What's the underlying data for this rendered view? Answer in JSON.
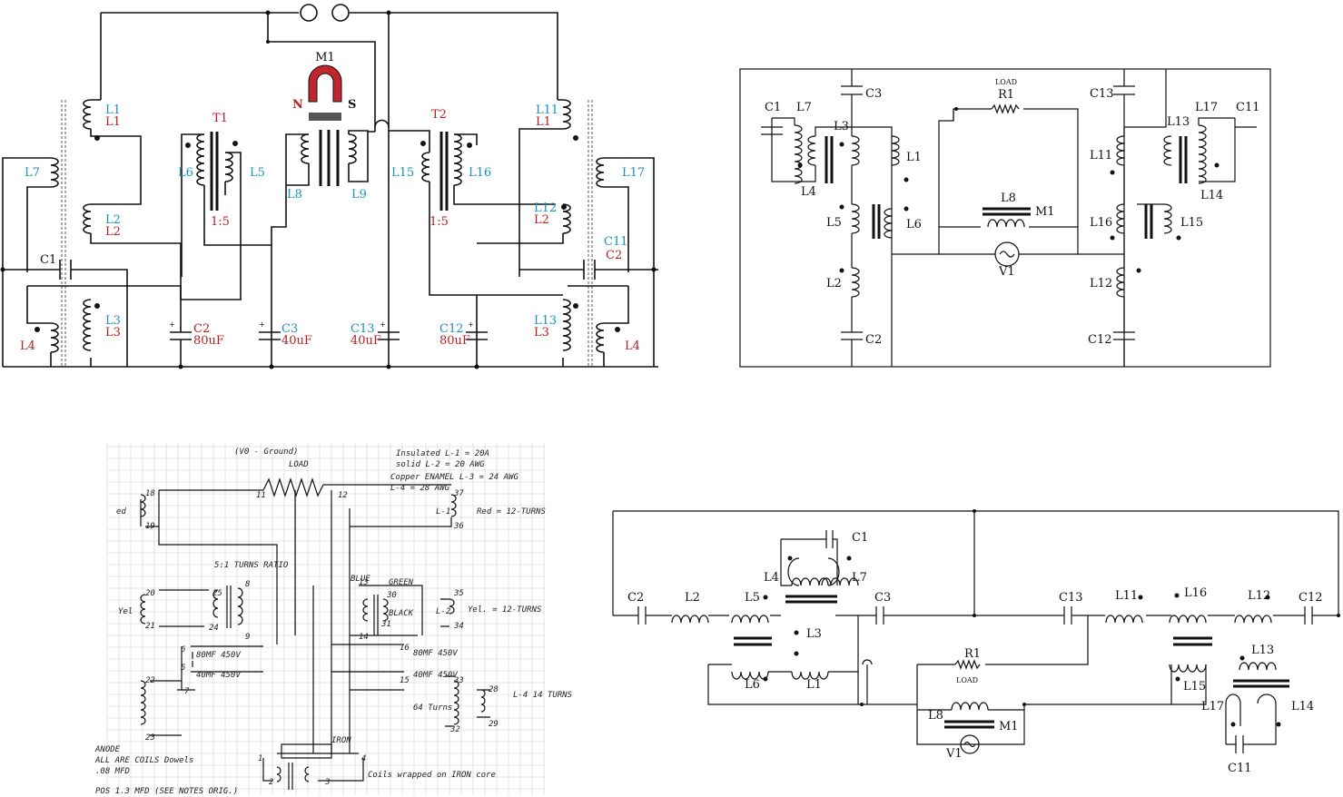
{
  "q1": {
    "magnet": "M1",
    "north": "N",
    "south": "S",
    "t1": "T1",
    "t2": "T2",
    "ratio1": "1:5",
    "ratio2": "1:5",
    "l1b": "L1",
    "l1r": "L1",
    "l2b": "L2",
    "l2r": "L2",
    "l3b": "L3",
    "l3r": "L3",
    "l4": "L4",
    "l4b": "L4",
    "l5": "L5",
    "l6": "L6",
    "l7": "L7",
    "l8": "L8",
    "l9": "L9",
    "l11b": "L11",
    "l11r": "L1",
    "l12b": "L12",
    "l12r": "L2",
    "l13b": "L13",
    "l13r": "L3",
    "l15": "L15",
    "l16": "L16",
    "l17": "L17",
    "c1": "C1",
    "c11": "C11",
    "c2r": "C2",
    "c2": "C2",
    "c2v": "80uF",
    "c3": "C3",
    "c3v": "40uF",
    "c13": "C13",
    "c13v": "40uF",
    "c12": "C12",
    "c12v": "80uF",
    "plus": "+"
  },
  "q2": {
    "load": "LOAD",
    "r1": "R1",
    "c3": "C3",
    "c13": "C13",
    "c1": "C1",
    "l7": "L7",
    "l3": "L3",
    "l4": "L4",
    "l1": "L1",
    "l5": "L5",
    "l6": "L6",
    "l2": "L2",
    "c2": "C2",
    "l8": "L8",
    "m1": "M1",
    "v1": "V1",
    "l17": "L17",
    "c11": "C11",
    "l13": "L13",
    "l11": "L11",
    "l14": "L14",
    "l16": "L16",
    "l15": "L15",
    "l12": "L12",
    "c12": "C12"
  },
  "q3": {
    "header": "(V0 - Ground)",
    "load": "LOAD",
    "notes": [
      "Insulated  L-1 = 20A",
      "solid     L-2 = 20 AWG",
      "Copper ENAMEL L-3 = 24 AWG",
      "          L-4 = 28 AWG"
    ],
    "n18": "18",
    "n19": "19",
    "n11": "11",
    "n12": "12",
    "n37": "37",
    "n36": "36",
    "n35": "35",
    "n34": "34",
    "n20": "20",
    "n21": "21",
    "n25": "25",
    "n24": "24",
    "n8": "8",
    "n9": "9",
    "n13": "13",
    "n14": "14",
    "n30": "30",
    "n31": "31",
    "n16": "16",
    "n15": "15",
    "n33": "33",
    "n32": "32",
    "n28": "28",
    "n29": "29",
    "n22": "22",
    "n23": "23",
    "n6": "6",
    "n5": "5",
    "n7": "7",
    "ratio": "5:1 TURNS RATIO",
    "c1": "80MF 450V",
    "c2": "40MF 450V",
    "c3": "80MF 450V",
    "c4": "40MF 450V",
    "red": "Red = 12-TURNS",
    "yel": "Yel. = 12-TURNS",
    "turns64": "64 Turns",
    "l4": "L-4 14 TURNS",
    "l1": "L-1",
    "l2": "L-2",
    "blue": "BLUE",
    "green": "GREEN",
    "black": "BLACK",
    "iron": "IRON",
    "coils": "Coils wrapped on IRON core",
    "left": [
      "ANODE",
      "ALL ARE COILS Dowels",
      ".08 MFD",
      "POS 1.3 MFD (SEE NOTES ORIG.)"
    ],
    "ed": "ed",
    "yel2": "Yel",
    "n1": "1",
    "n4": "4",
    "n2": "2",
    "n3": "3"
  },
  "q4": {
    "c2": "C2",
    "l2": "L2",
    "l5": "L5",
    "c1": "C1",
    "l4": "L4",
    "l7": "L7",
    "l3": "L3",
    "c3": "C3",
    "l6": "L6",
    "l1": "L1",
    "r1": "R1",
    "load": "LOAD",
    "l8": "L8",
    "m1": "M1",
    "v1": "V1",
    "c13": "C13",
    "l11": "L11",
    "l16": "L16",
    "l12": "L12",
    "c12": "C12",
    "l15": "L15",
    "l13": "L13",
    "l17": "L17",
    "l14": "L14",
    "c11": "C11"
  }
}
